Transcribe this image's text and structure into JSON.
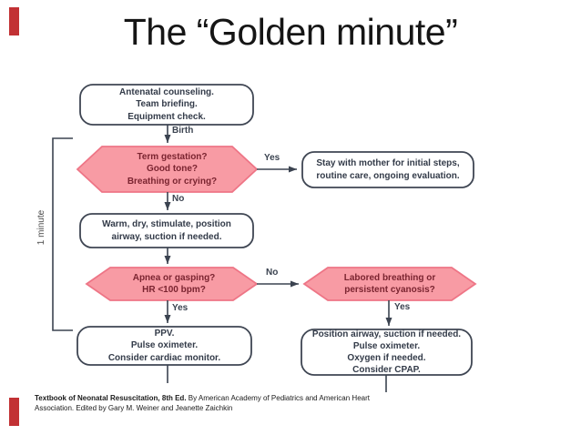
{
  "colors": {
    "accent": "#c23134",
    "decision_fill": "#f89ba4",
    "decision_border": "#ee7586",
    "decision_text": "#7a2430",
    "process_border": "#3f4653",
    "process_text": "#333b49",
    "line": "#3b4350"
  },
  "slide": {
    "title": "The “Golden minute”",
    "citation_bold": "Textbook of Neonatal Resuscitation, 8th Ed.",
    "citation_rest": " By American Academy of Pediatrics and American Heart Association. Edited by Gary M. Weiner and Jeanette Zaichkin"
  },
  "flowchart": {
    "time_label": "1 minute",
    "nodes": {
      "antenatal": {
        "type": "process",
        "text": "Antenatal counseling.\nTeam briefing.\nEquipment check."
      },
      "term": {
        "type": "decision",
        "text": "Term gestation?\nGood tone?\nBreathing or crying?"
      },
      "stay": {
        "type": "process",
        "text": "Stay with mother for initial steps,\nroutine care, ongoing evaluation."
      },
      "warm": {
        "type": "process",
        "text": "Warm, dry, stimulate, position\nairway, suction if needed."
      },
      "apnea": {
        "type": "decision",
        "text": "Apnea or gasping?\nHR <100 bpm?"
      },
      "labored": {
        "type": "decision",
        "text": "Labored breathing or\npersistent cyanosis?"
      },
      "ppv": {
        "type": "process",
        "text": "PPV.\nPulse oximeter.\nConsider cardiac monitor."
      },
      "position": {
        "type": "process",
        "text": "Position airway, suction if needed.\nPulse oximeter.\nOxygen if needed.\nConsider CPAP."
      }
    },
    "edge_labels": {
      "birth": "Birth",
      "yes1": "Yes",
      "no1": "No",
      "no2": "No",
      "yes2": "Yes",
      "yes3": "Yes"
    }
  }
}
